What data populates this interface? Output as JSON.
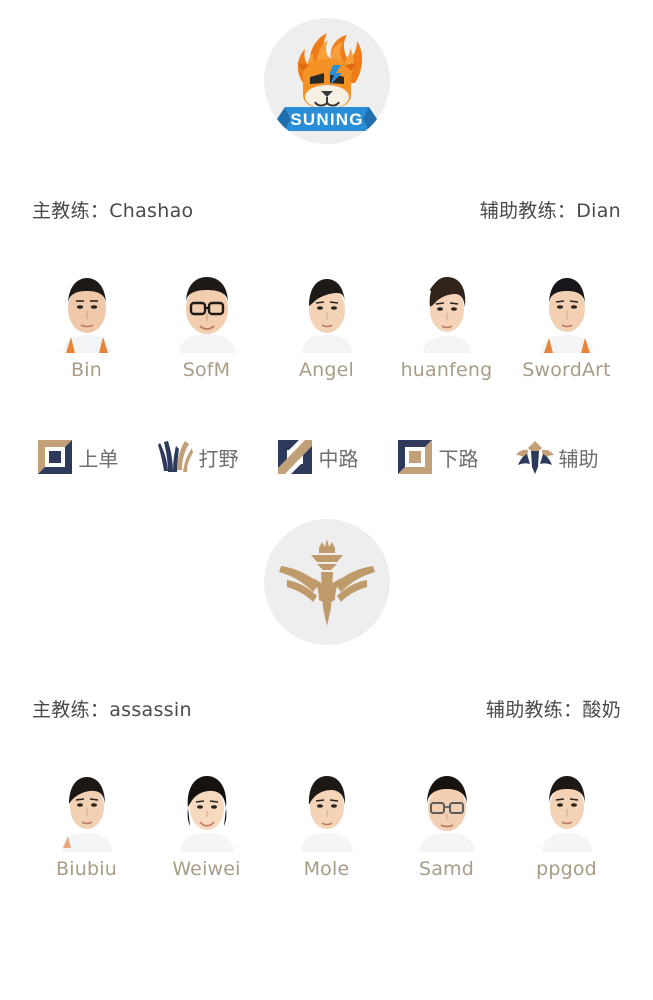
{
  "colors": {
    "background": "#ffffff",
    "logo_circle": "#eeeeee",
    "player_name": "#a89c86",
    "coach_text": "#4a4a4a",
    "role_label": "#6e6e6e",
    "icon_navy": "#2e3a5c",
    "icon_gold": "#c2a178",
    "suning_orange": "#f07c19",
    "suning_blue": "#2a8ed6",
    "tes_gold": "#bf9a6a"
  },
  "roles": [
    {
      "icon": "top-lane-icon",
      "label": "上单"
    },
    {
      "icon": "jungle-icon",
      "label": "打野"
    },
    {
      "icon": "mid-lane-icon",
      "label": "中路"
    },
    {
      "icon": "bot-lane-icon",
      "label": "下路"
    },
    {
      "icon": "support-icon",
      "label": "辅助"
    }
  ],
  "teams": [
    {
      "logo_name": "suning-logo",
      "logo_text": "SUNING",
      "head_coach": "主教练：Chashao",
      "assistant_coach": "辅助教练：Dian",
      "players": [
        {
          "name": "Bin"
        },
        {
          "name": "SofM"
        },
        {
          "name": "Angel"
        },
        {
          "name": "huanfeng"
        },
        {
          "name": "SwordArt"
        }
      ]
    },
    {
      "logo_name": "top-esports-logo",
      "logo_text": "",
      "head_coach": "主教练：assassin",
      "assistant_coach": "辅助教练：酸奶",
      "players": [
        {
          "name": "Biubiu"
        },
        {
          "name": "Weiwei"
        },
        {
          "name": "Mole"
        },
        {
          "name": "Samd"
        },
        {
          "name": "ppgod"
        }
      ]
    }
  ]
}
